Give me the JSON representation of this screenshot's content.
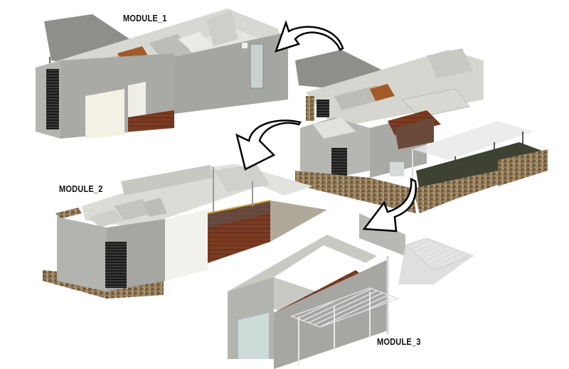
{
  "diagram": {
    "type": "exploded isometric architectural model",
    "modules": [
      {
        "id": "module_1",
        "label": "MODULE_1",
        "position": "top-left"
      },
      {
        "id": "module_2",
        "label": "MODULE_2",
        "position": "middle-left"
      },
      {
        "id": "module_3",
        "label": "MODULE_3",
        "position": "bottom-center"
      }
    ],
    "assembled_house": {
      "position": "right"
    },
    "arrows": [
      {
        "from": "assembled_house",
        "to": "module_1",
        "icon": "curved-arrow"
      },
      {
        "from": "assembled_house",
        "to": "module_2",
        "icon": "curved-arrow"
      },
      {
        "from": "assembled_house",
        "to": "module_3",
        "icon": "curved-arrow"
      }
    ],
    "colors": {
      "wall": "#a9a9a6",
      "wall_light": "#d4d4cf",
      "floor_wood": "#7a3b22",
      "stone": "#8a7354",
      "arrow_stroke": "#000000",
      "background": "#ffffff"
    }
  }
}
